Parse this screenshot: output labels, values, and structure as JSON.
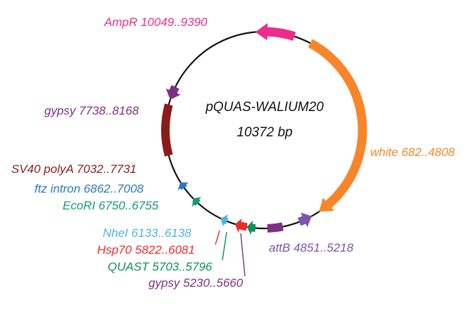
{
  "plasmid": {
    "name": "pQUAS-WALIUM20",
    "size": "10372 bp"
  },
  "features": [
    {
      "id": "ampr",
      "label": "AmpR 10049..9390",
      "color": "#ec2d8c"
    },
    {
      "id": "white",
      "label": "white 682..4808",
      "color": "#f7862a"
    },
    {
      "id": "attb",
      "label": "attB 4851..5218",
      "color": "#7b55a8"
    },
    {
      "id": "gypsy1",
      "label": "gypsy 5230..5660",
      "color": "#7e2f86"
    },
    {
      "id": "quast",
      "label": "QUAST 5703..5796",
      "color": "#0f8f5a"
    },
    {
      "id": "hsp70",
      "label": "Hsp70 5822..6081",
      "color": "#ee2a2a"
    },
    {
      "id": "nhei",
      "label": "NheI 6133..6138",
      "color": "#4fb3e3"
    },
    {
      "id": "ecori",
      "label": "EcoRI 6750..6755",
      "color": "#119b78"
    },
    {
      "id": "ftz",
      "label": "ftz intron 6862..7008",
      "color": "#2c78c2"
    },
    {
      "id": "sv40",
      "label": "SV40 polyA 7032..7731",
      "color": "#8b1b1b"
    },
    {
      "id": "gypsy2",
      "label": "gypsy 7738..8168",
      "color": "#7e2f86"
    }
  ]
}
